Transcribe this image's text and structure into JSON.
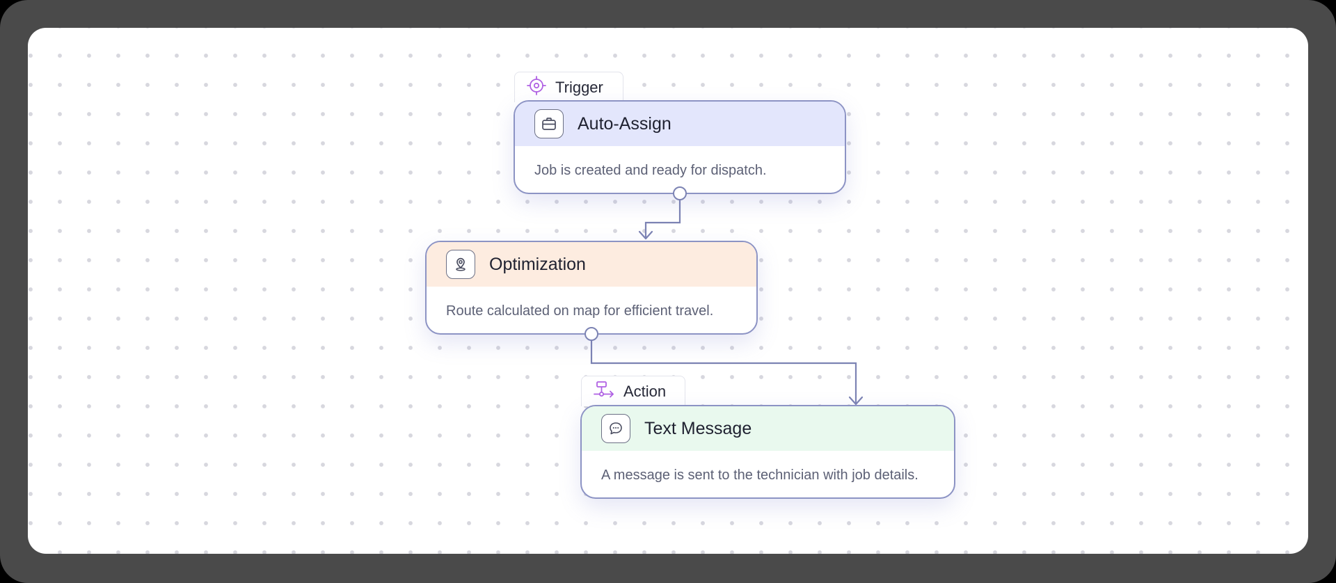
{
  "colors": {
    "frame": "#4a4a4a",
    "canvas": "#ffffff",
    "grid_dot": "#d7d7de",
    "connector": "#7c83b3",
    "node_border": "#8c93c4",
    "trigger_header": "#e3e6fc",
    "optimization_header": "#fdece0",
    "action_header": "#e9f9ee",
    "tab_icon_accent": "#b061e3"
  },
  "trigger_tab": {
    "label": "Trigger",
    "icon": "target-icon"
  },
  "action_tab": {
    "label": "Action",
    "icon": "workflow-icon"
  },
  "nodes": {
    "auto_assign": {
      "title": "Auto-Assign",
      "description": "Job is created and ready for dispatch.",
      "icon": "briefcase-icon"
    },
    "optimization": {
      "title": "Optimization",
      "description": "Route calculated on map for efficient travel.",
      "icon": "map-pin-icon"
    },
    "text_message": {
      "title": "Text Message",
      "description": "A message is sent to the technician with job details.",
      "icon": "message-icon"
    }
  }
}
